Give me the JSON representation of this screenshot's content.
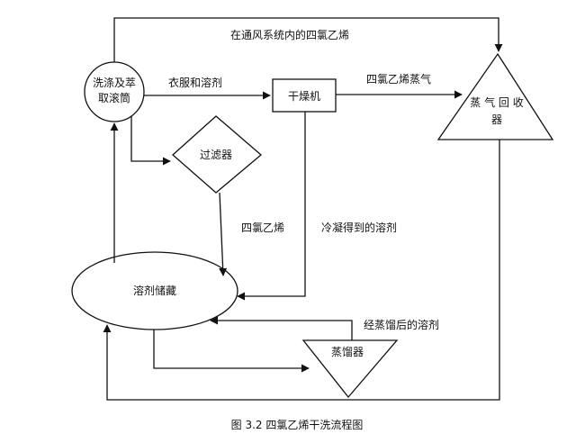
{
  "nodes": {
    "washer": [
      "洗涤及萃",
      "取滚筒"
    ],
    "dryer": "干燥机",
    "filter": "过滤器",
    "recovery": [
      "蒸 气 回 收",
      "器"
    ],
    "storage": "溶剂储藏",
    "still": "蒸馏器"
  },
  "edges": {
    "ventilation": "在通风系统内的四氯乙烯",
    "clothes_solvent": "衣服和溶剂",
    "perc_vapor": "四氯乙烯蒸气",
    "perc": "四氯乙烯",
    "condensed": "冷凝得到的溶剂",
    "distilled": "经蒸馏后的溶剂"
  },
  "caption": "图 3.2  四氯乙烯干洗流程图",
  "colors": {
    "line": "#111111",
    "background": "#ffffff"
  }
}
